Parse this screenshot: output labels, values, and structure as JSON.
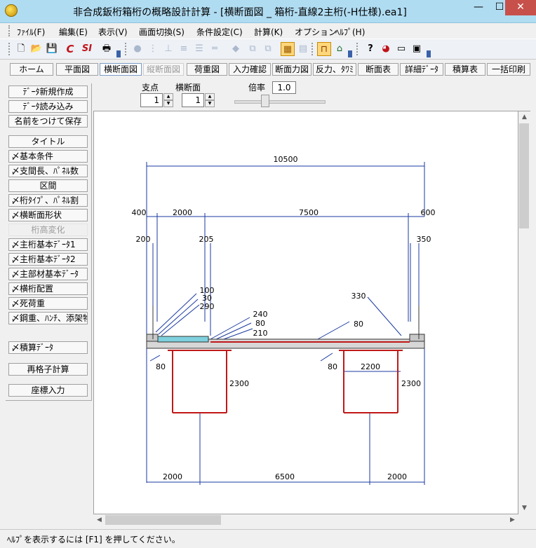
{
  "window": {
    "title": "非合成鈑桁箱桁の概略設計計算 - [横断面図 _ 箱桁-直線2主桁(-H仕様).ea1]",
    "minimize": "—",
    "maximize": "☐",
    "close": "✕"
  },
  "menu": [
    {
      "label": "ﾌｧｲﾙ(F)"
    },
    {
      "label": "編集(E)"
    },
    {
      "label": "表示(V)"
    },
    {
      "label": "画面切換(S)"
    },
    {
      "label": "条件設定(C)"
    },
    {
      "label": "計算(K)"
    },
    {
      "label": "オプション"
    },
    {
      "label": "ﾍﾙﾌﾟ(H)"
    }
  ],
  "toolbar": {
    "new_glyph": "🗋",
    "open_glyph": "📂",
    "save_glyph": "💾",
    "c_label": "C",
    "s_label": "SI",
    "print_glyph": "🖶",
    "help_glyph": "?"
  },
  "tabs": [
    {
      "label": "ホーム",
      "state": "normal"
    },
    {
      "label": "平面図",
      "state": "normal"
    },
    {
      "label": "横断面図",
      "state": "active"
    },
    {
      "label": "縦断面図",
      "state": "disabled"
    },
    {
      "label": "荷重図",
      "state": "normal"
    },
    {
      "label": "入力確認",
      "state": "normal"
    },
    {
      "label": "断面力図",
      "state": "normal"
    },
    {
      "label": "反力、ﾀﾜﾐ",
      "state": "normal"
    },
    {
      "label": "断面表",
      "state": "normal"
    },
    {
      "label": "詳細ﾃﾞｰﾀ",
      "state": "normal"
    },
    {
      "label": "積算表",
      "state": "normal"
    },
    {
      "label": "一括印刷",
      "state": "normal"
    }
  ],
  "sidebar": [
    {
      "label": "ﾃﾞｰﾀ新規作成",
      "state": "normal",
      "align": "center"
    },
    {
      "label": "ﾃﾞｰﾀ読み込み",
      "state": "normal",
      "align": "center"
    },
    {
      "label": "名前をつけて保存",
      "state": "normal",
      "align": "center"
    },
    {
      "label": "タイトル",
      "state": "normal",
      "align": "center"
    },
    {
      "label": "〆基本条件",
      "state": "normal",
      "align": "left"
    },
    {
      "label": "〆支間長、ﾊﾟﾈﾙ数",
      "state": "normal",
      "align": "left"
    },
    {
      "label": "区間",
      "state": "normal",
      "align": "center"
    },
    {
      "label": "〆桁ﾀｲﾌﾟ、ﾊﾟﾈﾙ割",
      "state": "normal",
      "align": "left"
    },
    {
      "label": "〆横断面形状",
      "state": "normal",
      "align": "left"
    },
    {
      "label": "桁高変化",
      "state": "disabled",
      "align": "center"
    },
    {
      "label": "〆主桁基本ﾃﾞｰﾀ1",
      "state": "normal",
      "align": "left"
    },
    {
      "label": "〆主桁基本ﾃﾞｰﾀ2",
      "state": "normal",
      "align": "left"
    },
    {
      "label": "〆主部材基本ﾃﾞｰﾀ",
      "state": "normal",
      "align": "left"
    },
    {
      "label": "〆横桁配置",
      "state": "normal",
      "align": "left"
    },
    {
      "label": "〆死荷重",
      "state": "normal",
      "align": "left"
    },
    {
      "label": "〆鋼重、ﾊﾝﾁ、添架物",
      "state": "normal",
      "align": "left"
    },
    {
      "label": "〆積算ﾃﾞｰﾀ",
      "state": "normal",
      "align": "left"
    },
    {
      "label": "再格子計算",
      "state": "normal",
      "align": "center"
    },
    {
      "label": "座標入力",
      "state": "normal",
      "align": "center"
    }
  ],
  "controls": {
    "support_label": "支点",
    "support_value": "1",
    "section_label": "横断面",
    "section_value": "1",
    "scale_label": "倍率",
    "scale_value": "1.0",
    "spin_up": "▲",
    "spin_down": "▼"
  },
  "drawing": {
    "dims": {
      "total_width": "10500",
      "left_overhang": "400",
      "left_walk": "2000",
      "roadway": "7500",
      "right_overhang": "600",
      "left_curb": "200",
      "walk_edge": "205",
      "right_curb": "350",
      "pave_a": "100",
      "pave_b": "30",
      "pave_c": "290",
      "slab_a": "240",
      "slab_b": "80",
      "slab_c": "210",
      "right_slope": "330",
      "right_haunch": "80",
      "left_haunch_bottom": "80",
      "right_haunch_bottom": "80",
      "box_width": "2200",
      "left_depth": "2300",
      "right_depth": "2300",
      "bottom_left": "2000",
      "girder_spacing": "6500",
      "bottom_right": "2000"
    }
  },
  "scroll": {
    "up": "▲",
    "down": "▼",
    "left": "◀",
    "right": "▶"
  },
  "status": {
    "text": "ﾍﾙﾌﾟを表示するには [F1] を押してください。"
  }
}
